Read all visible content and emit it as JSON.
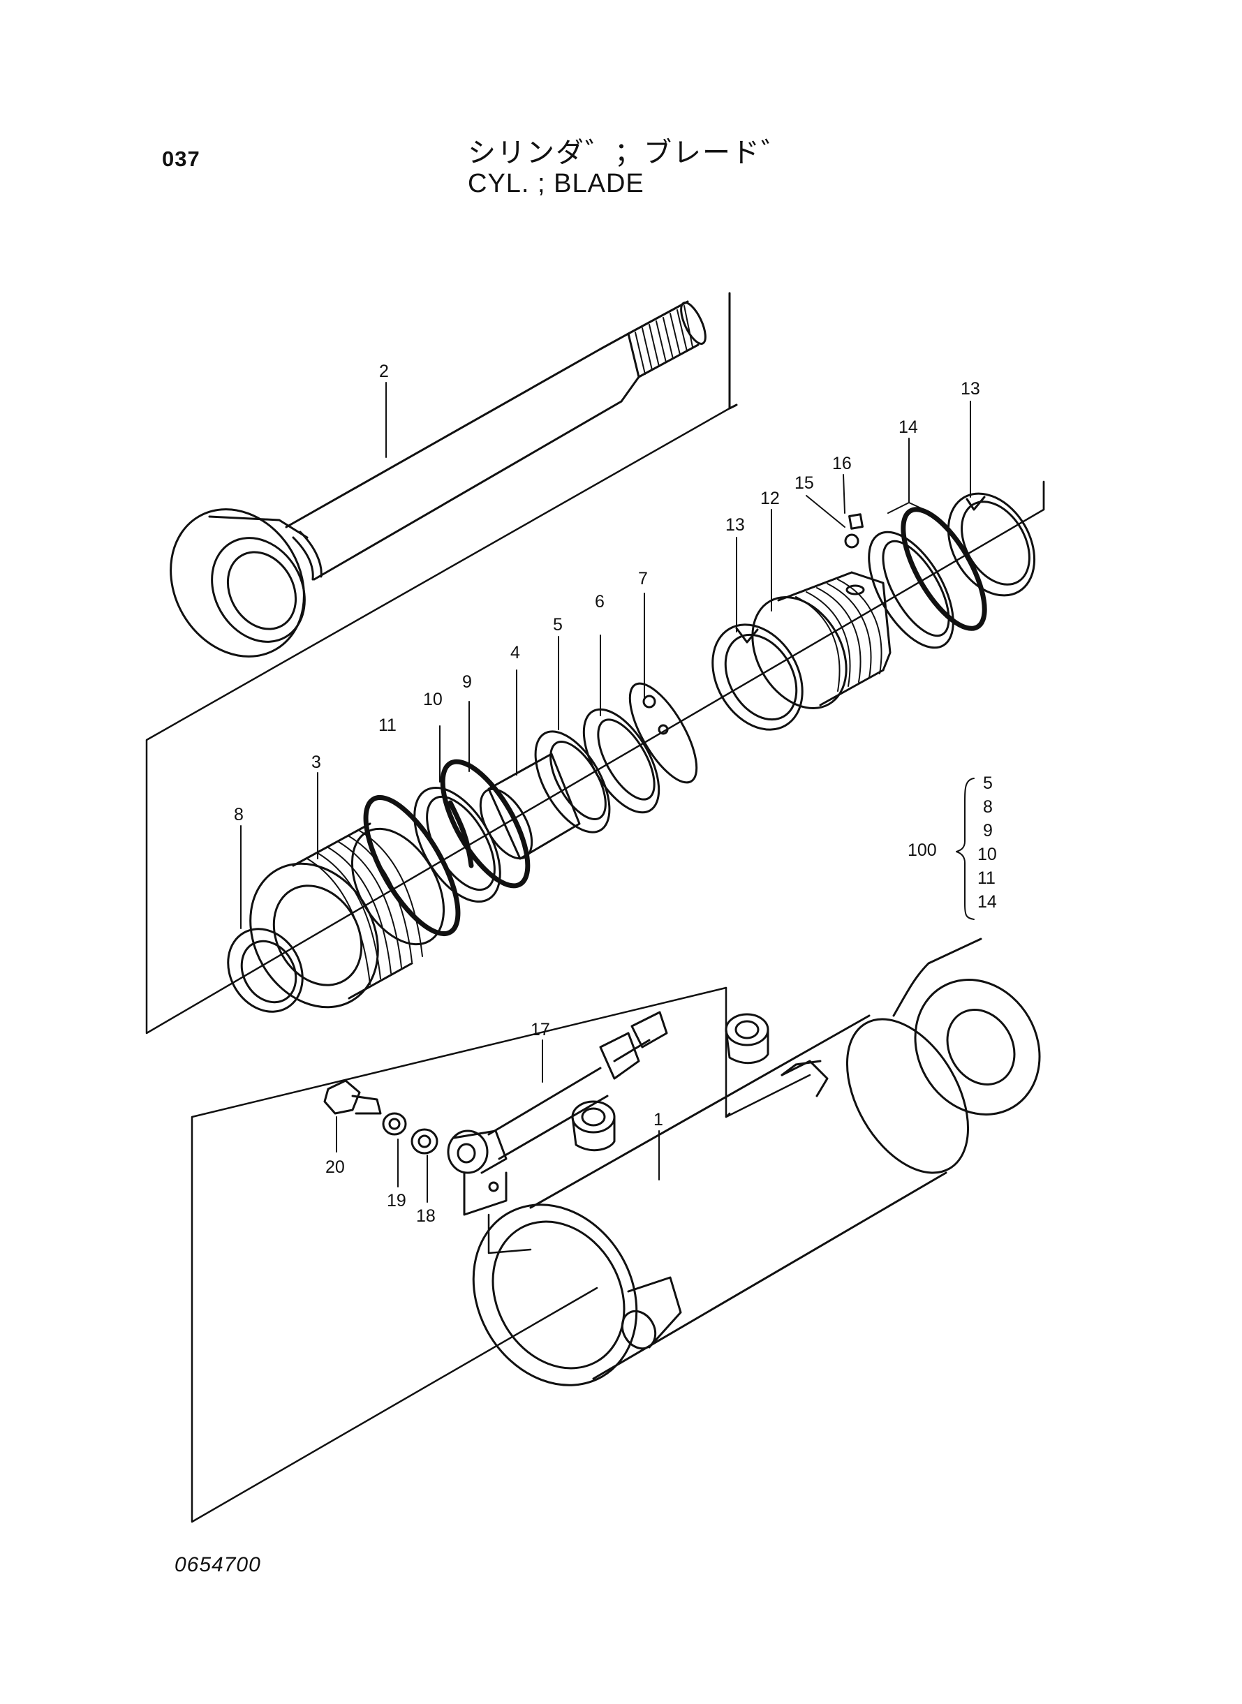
{
  "header": {
    "page_number": "037",
    "title_jp": "シリンダ゛；ブレード゛",
    "title_en": "CYL. ; BLADE"
  },
  "footer": {
    "drawing_number": "0654700"
  },
  "callouts": {
    "c1": "1",
    "c2": "2",
    "c3": "3",
    "c4": "4",
    "c5": "5",
    "c6": "6",
    "c7": "7",
    "c8": "8",
    "c9": "9",
    "c10": "10",
    "c11": "11",
    "c12": "12",
    "c13a": "13",
    "c13b": "13",
    "c14": "14",
    "c15": "15",
    "c16": "16",
    "c17": "17",
    "c18": "18",
    "c19": "19",
    "c20": "20"
  },
  "kit": {
    "label": "100",
    "parts": [
      "5",
      "8",
      "9",
      "10",
      "11",
      "14"
    ]
  },
  "colors": {
    "ink": "#111111",
    "paper": "#ffffff"
  }
}
